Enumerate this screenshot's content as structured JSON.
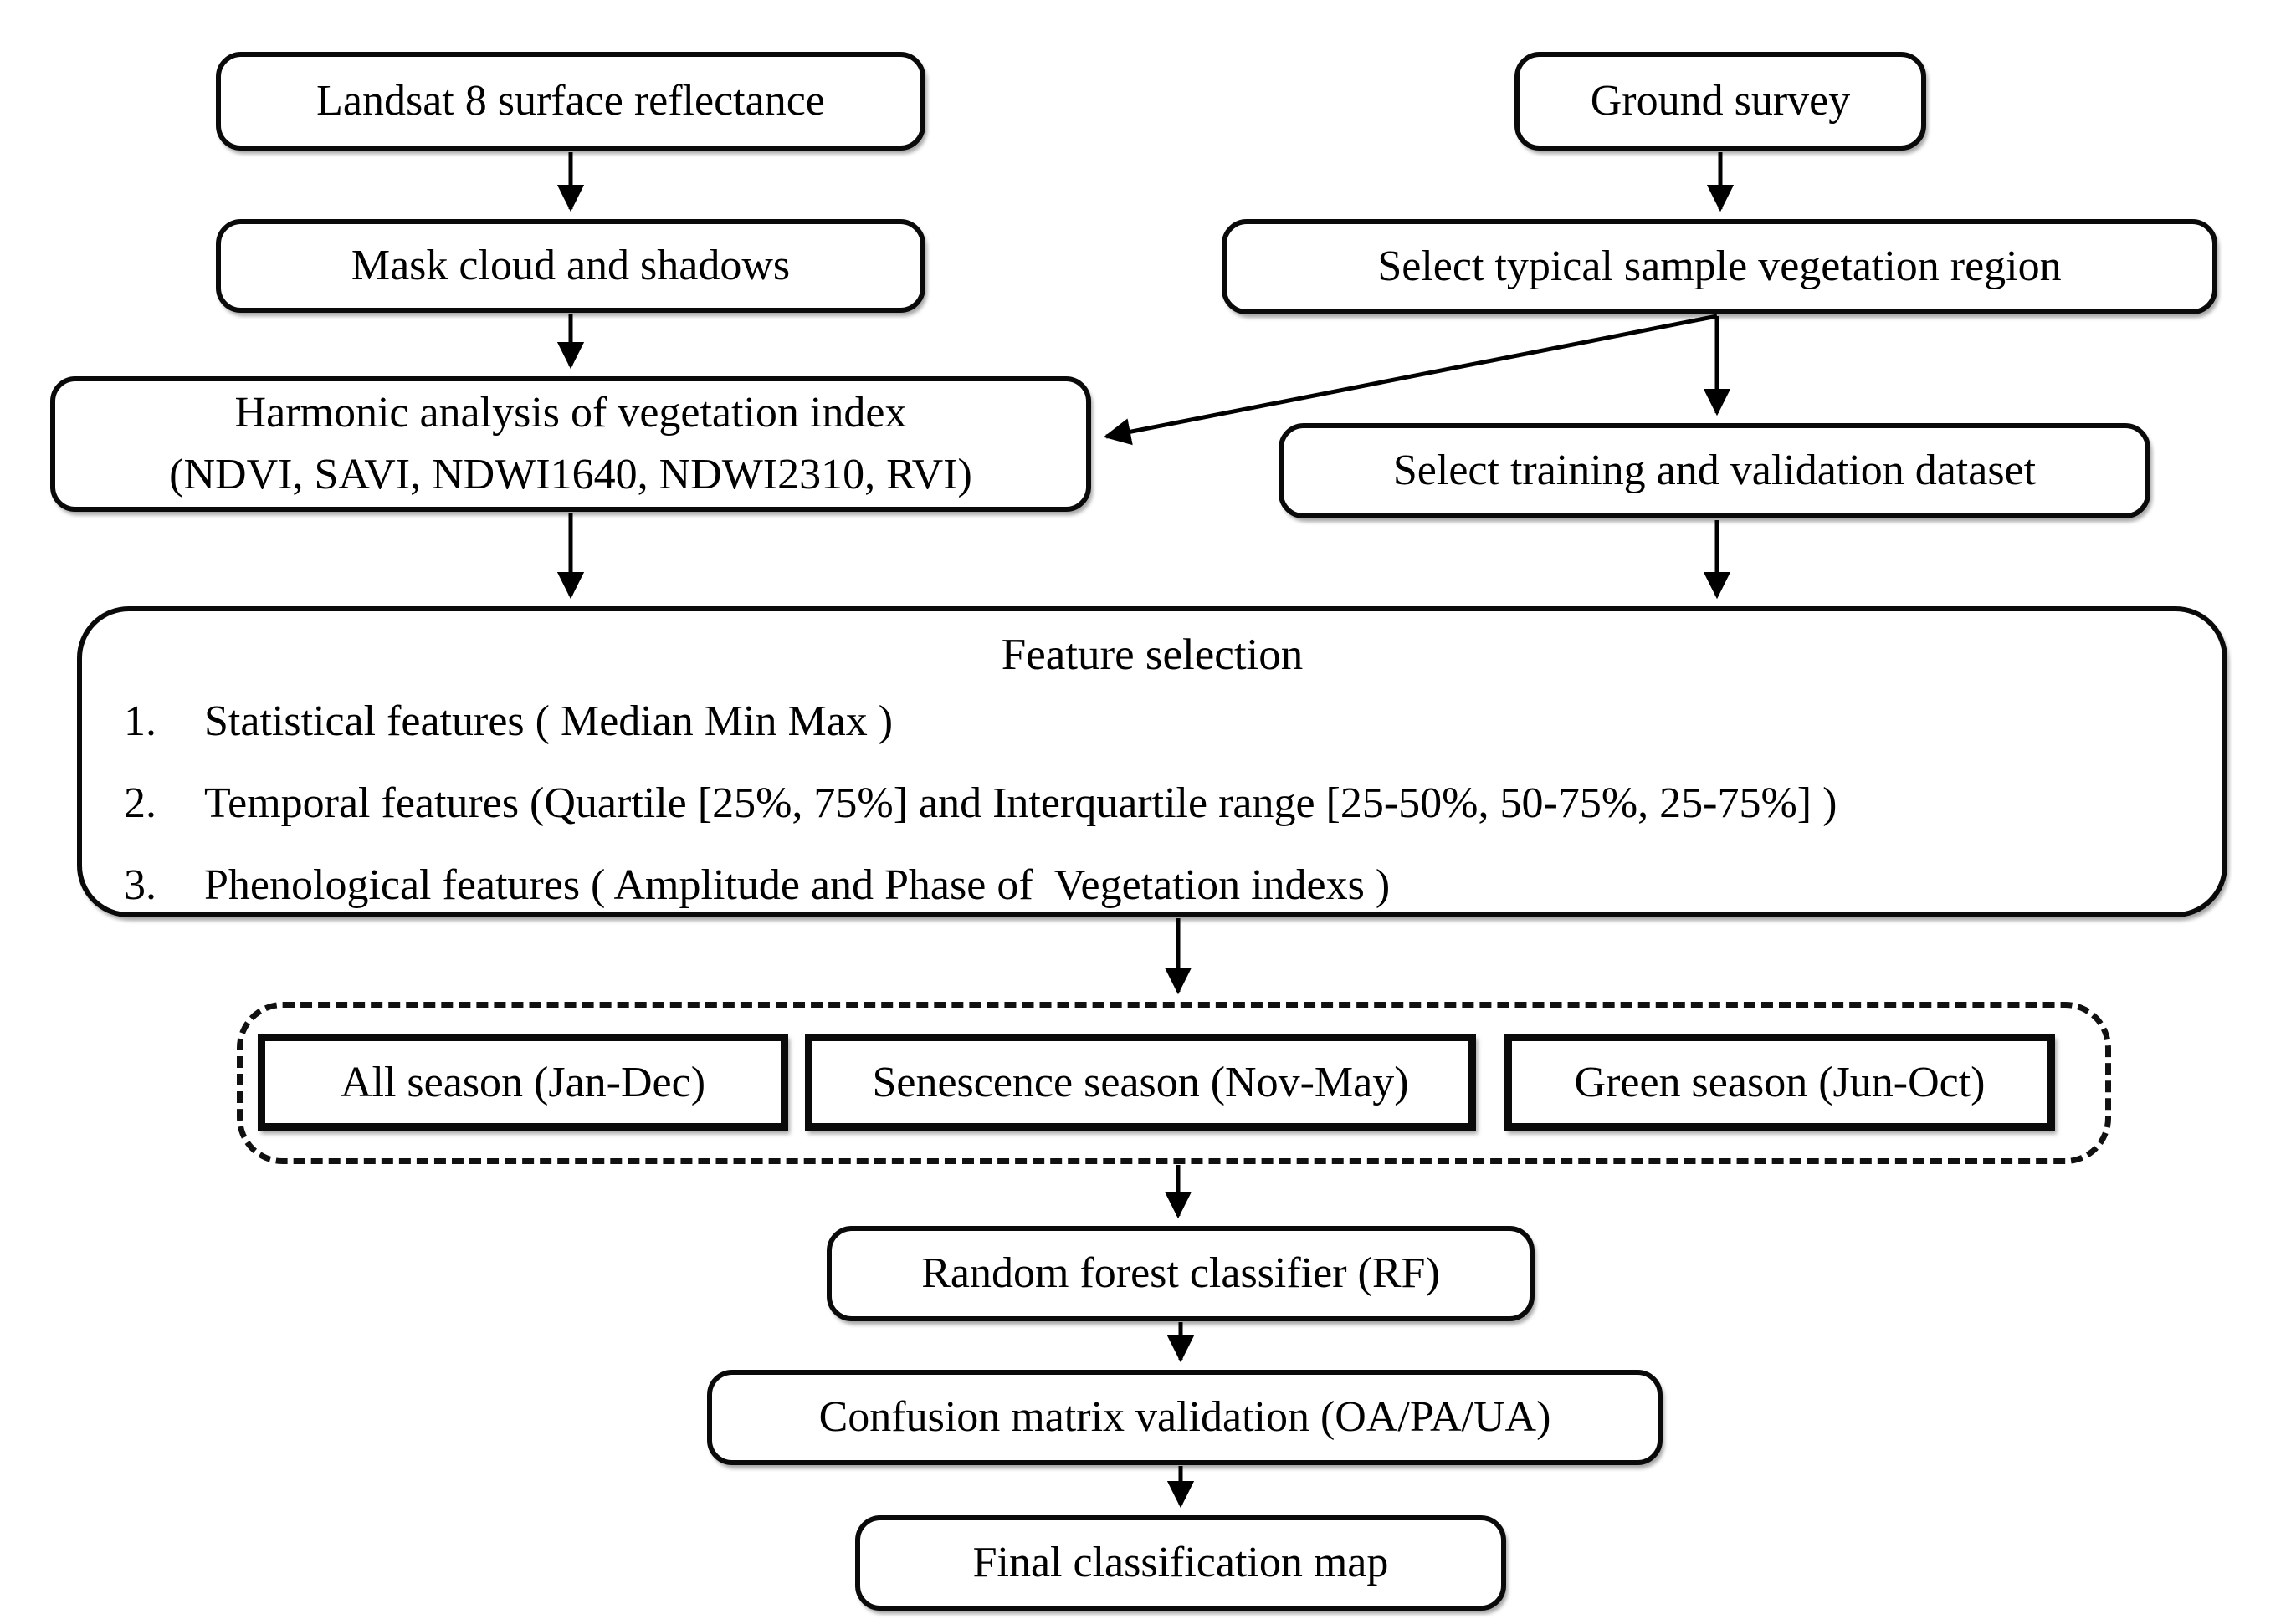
{
  "diagram": {
    "title": "Vegetation classification workflow flowchart",
    "colors": {
      "line": "#000000",
      "background": "#ffffff",
      "text": "#000000"
    },
    "nodes": {
      "landsat": {
        "label": "Landsat 8 surface reflectance"
      },
      "mask": {
        "label": "Mask cloud and shadows"
      },
      "harmonic": {
        "line1": "Harmonic analysis of vegetation index",
        "line2": "(NDVI, SAVI, NDWI1640, NDWI2310, RVI)"
      },
      "ground": {
        "label": "Ground survey"
      },
      "select_region": {
        "label": "Select typical sample vegetation region"
      },
      "select_dataset": {
        "label": "Select training and validation dataset"
      },
      "feature_selection": {
        "title": "Feature selection",
        "items": [
          {
            "num": "1.",
            "text": "Statistical features ( Median Min Max )"
          },
          {
            "num": "2.",
            "text": "Temporal features (Quartile [25%, 75%] and Interquartile range [25-50%, 50-75%, 25-75%] )"
          },
          {
            "num": "3.",
            "text": "Phenological features ( Amplitude and Phase of  Vegetation indexs )"
          }
        ]
      },
      "seasons": [
        {
          "label": "All season (Jan-Dec)"
        },
        {
          "label": "Senescence season (Nov-May)"
        },
        {
          "label": "Green season (Jun-Oct)"
        }
      ],
      "random_forest": {
        "label": "Random forest classifier (RF)"
      },
      "confusion": {
        "label": "Confusion matrix validation (OA/PA/UA)"
      },
      "final_map": {
        "label": "Final classification map"
      }
    },
    "edges": [
      {
        "from": "landsat",
        "to": "mask"
      },
      {
        "from": "mask",
        "to": "harmonic"
      },
      {
        "from": "ground",
        "to": "select_region"
      },
      {
        "from": "select_region",
        "to": "select_dataset"
      },
      {
        "from": "select_region",
        "to": "harmonic"
      },
      {
        "from": "harmonic",
        "to": "feature_selection"
      },
      {
        "from": "select_dataset",
        "to": "feature_selection"
      },
      {
        "from": "feature_selection",
        "to": "season_group"
      },
      {
        "from": "season_group",
        "to": "random_forest"
      },
      {
        "from": "random_forest",
        "to": "confusion"
      },
      {
        "from": "confusion",
        "to": "final_map"
      }
    ]
  }
}
